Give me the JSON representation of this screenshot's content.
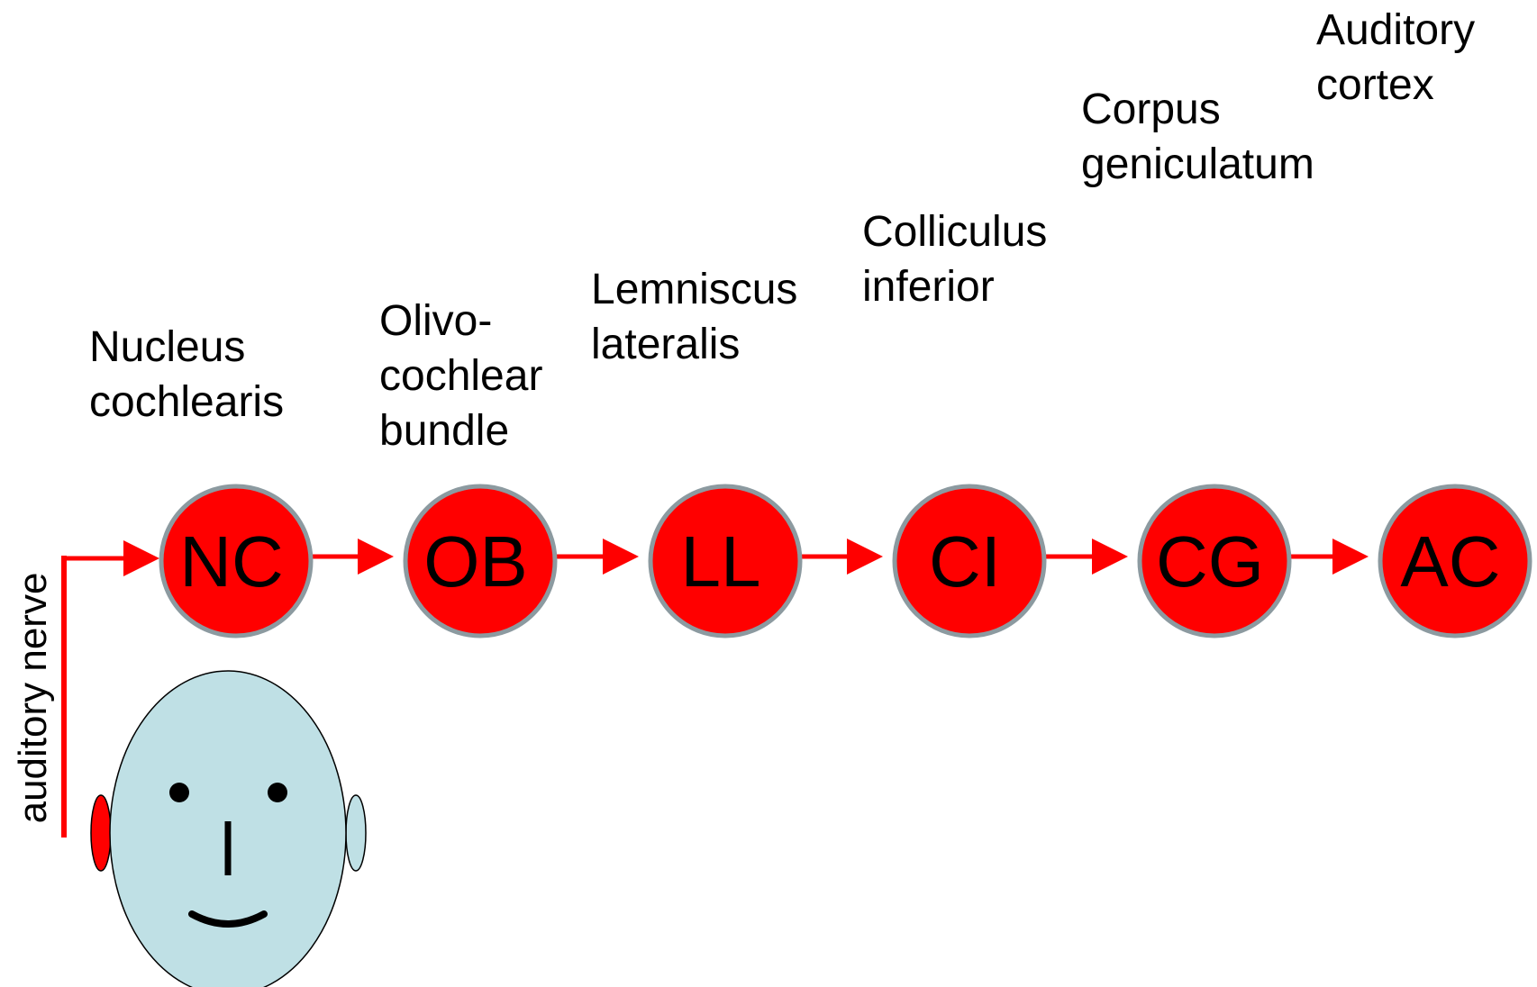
{
  "colors": {
    "pathway": "#ff0000",
    "node_fill": "#ff0000",
    "node_stroke": "#8c9aa0",
    "face_fill": "#bfe0e5",
    "face_stroke": "#000000",
    "ear_active": "#ff0000",
    "ear_passive": "#bfe0e5",
    "text": "#000000"
  },
  "nerve_label": "auditory nerve",
  "stations": [
    {
      "abbr": "NC",
      "label_lines": [
        "Nucleus",
        "cochlearis"
      ]
    },
    {
      "abbr": "OB",
      "label_lines": [
        "Olivo-",
        "cochlear",
        "bundle"
      ]
    },
    {
      "abbr": "LL",
      "label_lines": [
        "Lemniscus",
        "lateralis"
      ]
    },
    {
      "abbr": "CI",
      "label_lines": [
        "Colliculus",
        "inferior"
      ]
    },
    {
      "abbr": "CG",
      "label_lines": [
        "Corpus",
        "geniculatum"
      ]
    },
    {
      "abbr": "AC",
      "label_lines": [
        "Auditory",
        "cortex"
      ]
    }
  ],
  "icons": {
    "head": "face-icon",
    "ear_left": "ear-icon",
    "ear_right": "ear-icon"
  }
}
